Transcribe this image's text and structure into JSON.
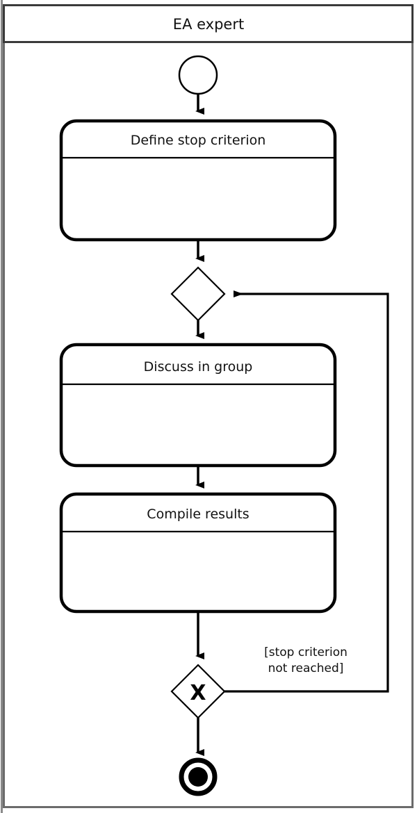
{
  "diagram": {
    "kind": "uml-activity-diagram",
    "colors": {
      "stroke": "#000000",
      "frame_stroke": "#555555",
      "background": "#ffffff",
      "fill": "#ffffff",
      "text": "#111111"
    },
    "swimlane": {
      "title": "EA expert"
    },
    "nodes": [
      {
        "id": "initial",
        "type": "initial-node",
        "label": ""
      },
      {
        "id": "define-stop-criterion",
        "type": "activity",
        "label": "Define stop criterion"
      },
      {
        "id": "merge",
        "type": "merge-node",
        "label": ""
      },
      {
        "id": "discuss-in-group",
        "type": "activity",
        "label": "Discuss in group"
      },
      {
        "id": "compile-results",
        "type": "activity",
        "label": "Compile results"
      },
      {
        "id": "decision",
        "type": "decision-node",
        "label": "X"
      },
      {
        "id": "final",
        "type": "final-node",
        "label": ""
      }
    ],
    "edges": [
      {
        "id": "edge-initial-define",
        "from": "initial",
        "to": "define-stop-criterion",
        "guard": ""
      },
      {
        "id": "edge-define-merge",
        "from": "define-stop-criterion",
        "to": "merge",
        "guard": ""
      },
      {
        "id": "edge-merge-discuss",
        "from": "merge",
        "to": "discuss-in-group",
        "guard": ""
      },
      {
        "id": "edge-discuss-compile",
        "from": "discuss-in-group",
        "to": "compile-results",
        "guard": ""
      },
      {
        "id": "edge-compile-decision",
        "from": "compile-results",
        "to": "decision",
        "guard": ""
      },
      {
        "id": "edge-decision-final",
        "from": "decision",
        "to": "final",
        "guard": ""
      },
      {
        "id": "edge-decision-merge-loop",
        "from": "decision",
        "to": "merge",
        "guard_line1": "[stop criterion",
        "guard_line2": "not reached]"
      }
    ]
  }
}
